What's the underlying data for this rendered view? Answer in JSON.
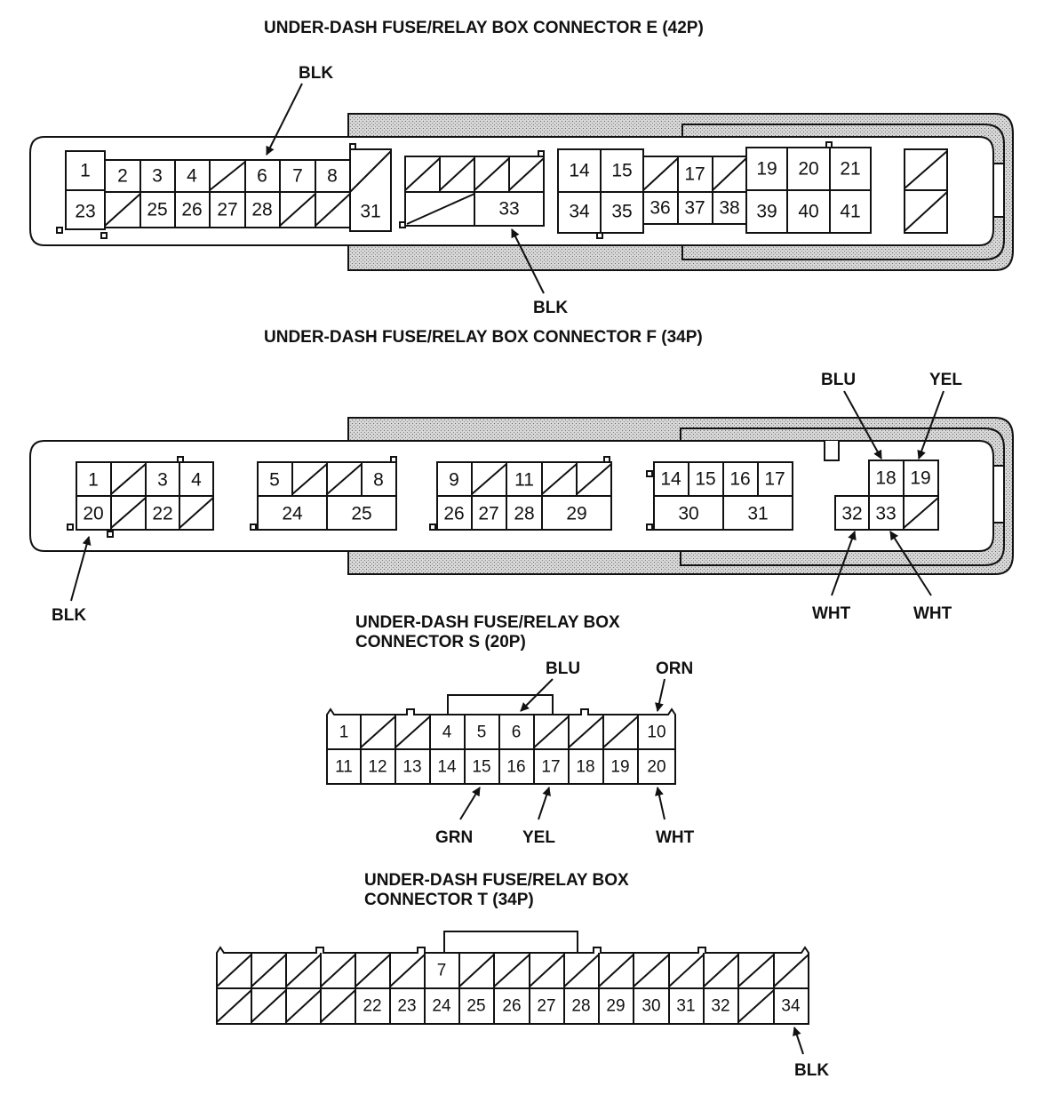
{
  "connectors": {
    "E": {
      "title": "UNDER-DASH FUSE/RELAY BOX CONNECTOR E (42P)",
      "labels": {
        "blk_top": "BLK",
        "blk_bottom": "BLK"
      },
      "pins": [
        "1",
        "2",
        "3",
        "4",
        "6",
        "7",
        "8",
        "14",
        "15",
        "17",
        "19",
        "20",
        "21",
        "23",
        "25",
        "26",
        "27",
        "28",
        "31",
        "33",
        "34",
        "35",
        "36",
        "37",
        "38",
        "39",
        "40",
        "41"
      ]
    },
    "F": {
      "title": "UNDER-DASH FUSE/RELAY BOX CONNECTOR F (34P)",
      "labels": {
        "blk": "BLK",
        "blu": "BLU",
        "yel": "YEL",
        "wht_left": "WHT",
        "wht_right": "WHT"
      },
      "pins": [
        "1",
        "3",
        "4",
        "5",
        "8",
        "9",
        "11",
        "14",
        "15",
        "16",
        "17",
        "18",
        "19",
        "20",
        "22",
        "24",
        "25",
        "26",
        "27",
        "28",
        "29",
        "30",
        "31",
        "32",
        "33"
      ]
    },
    "S": {
      "title_line1": "UNDER-DASH FUSE/RELAY BOX",
      "title_line2": "CONNECTOR S (20P)",
      "labels": {
        "blu": "BLU",
        "orn": "ORN",
        "grn": "GRN",
        "yel": "YEL",
        "wht": "WHT"
      },
      "pins": [
        "1",
        "4",
        "5",
        "6",
        "10",
        "11",
        "12",
        "13",
        "14",
        "15",
        "16",
        "17",
        "18",
        "19",
        "20"
      ]
    },
    "T": {
      "title_line1": "UNDER-DASH FUSE/RELAY BOX",
      "title_line2": "CONNECTOR T (34P)",
      "labels": {
        "blk": "BLK"
      },
      "pins": [
        "7",
        "22",
        "23",
        "24",
        "25",
        "26",
        "27",
        "28",
        "29",
        "30",
        "31",
        "32",
        "34"
      ]
    }
  }
}
